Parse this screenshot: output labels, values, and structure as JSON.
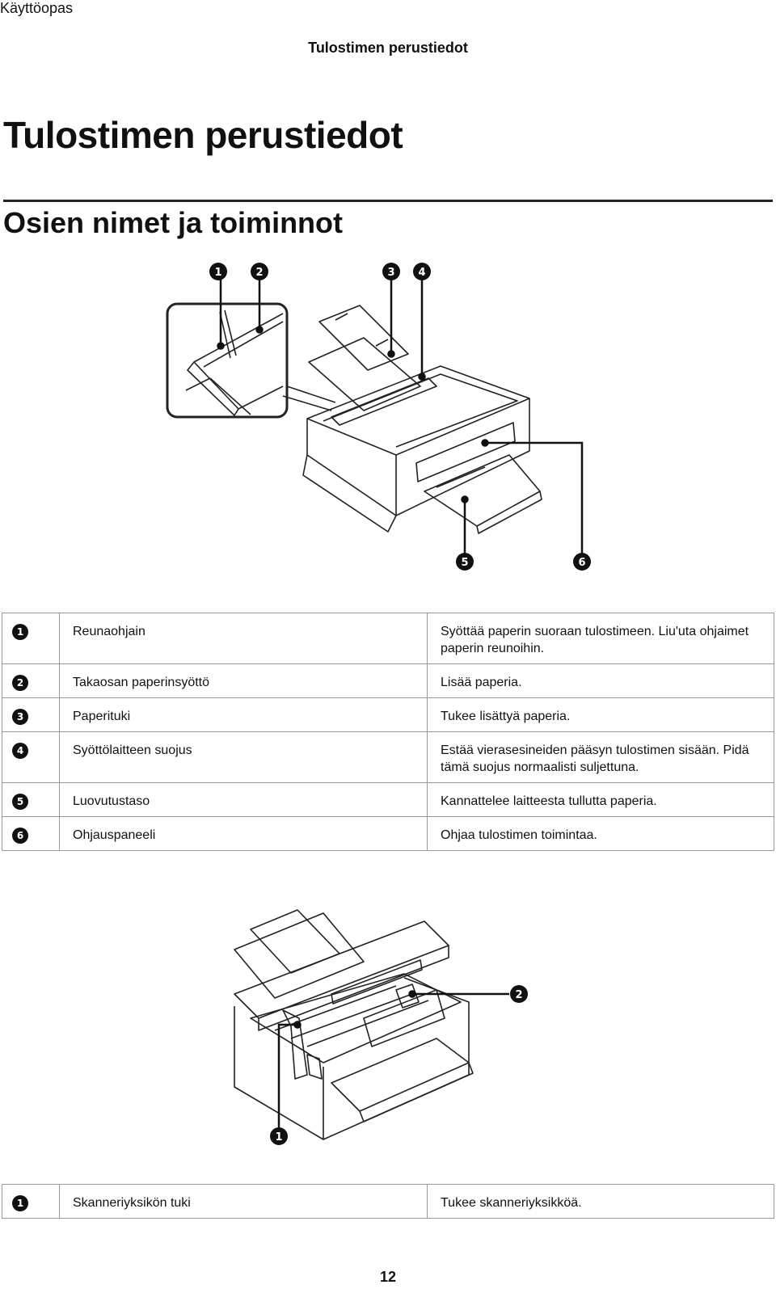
{
  "header": {
    "doc_title": "Käyttöopas",
    "section": "Tulostimen perustiedot"
  },
  "title": "Tulostimen perustiedot",
  "subtitle": "Osien nimet ja toiminnot",
  "figure1": {
    "callouts": [
      "1",
      "2",
      "3",
      "4",
      "5",
      "6"
    ]
  },
  "table1": {
    "rows": [
      {
        "num": "1",
        "name": "Reunaohjain",
        "desc": "Syöttää paperin suoraan tulostimeen. Liu'uta ohjaimet paperin reunoihin."
      },
      {
        "num": "2",
        "name": "Takaosan paperinsyöttö",
        "desc": "Lisää paperia."
      },
      {
        "num": "3",
        "name": "Paperituki",
        "desc": "Tukee lisättyä paperia."
      },
      {
        "num": "4",
        "name": "Syöttölaitteen suojus",
        "desc": "Estää vierasesineiden pääsyn tulostimen sisään. Pidä tämä suojus normaalisti suljettuna."
      },
      {
        "num": "5",
        "name": "Luovutustaso",
        "desc": "Kannattelee laitteesta tullutta paperia."
      },
      {
        "num": "6",
        "name": "Ohjauspaneeli",
        "desc": "Ohjaa tulostimen toimintaa."
      }
    ]
  },
  "figure2": {
    "callouts": [
      "1",
      "2"
    ]
  },
  "table2": {
    "rows": [
      {
        "num": "1",
        "name": "Skanneriyksikön tuki",
        "desc": "Tukee skanneriyksikköä."
      }
    ]
  },
  "page_number": "12"
}
